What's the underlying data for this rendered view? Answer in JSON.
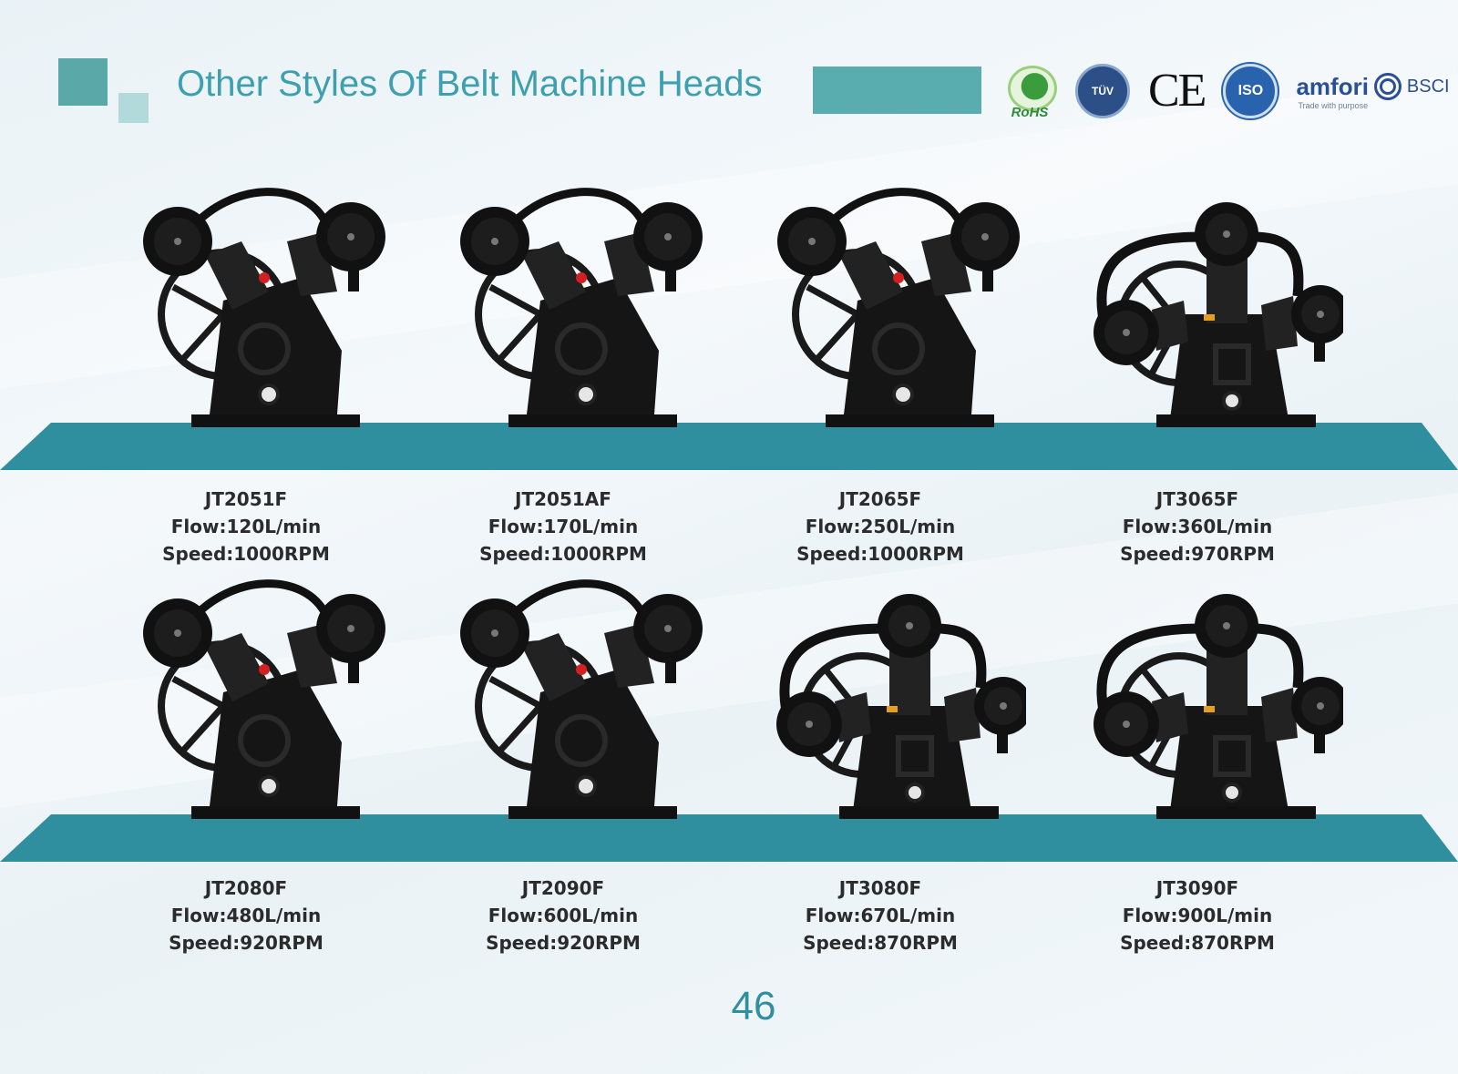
{
  "header": {
    "title": "Other Styles Of Belt Machine Heads",
    "accent_color": "#5aadaf"
  },
  "certifications": {
    "rohs_label": "RoHS",
    "tuv_label": "TÜV",
    "ce_label": "CE",
    "iso_label": "ISO",
    "amfori_brand": "amfori",
    "amfori_bsci": "BSCI",
    "amfori_tagline": "Trade with purpose"
  },
  "products": [
    {
      "model": "JT2051F",
      "flow": "Flow:120L/min",
      "speed": "Speed:1000RPM",
      "type": "twin"
    },
    {
      "model": "JT2051AF",
      "flow": "Flow:170L/min",
      "speed": "Speed:1000RPM",
      "type": "twin"
    },
    {
      "model": "JT2065F",
      "flow": "Flow:250L/min",
      "speed": "Speed:1000RPM",
      "type": "twin"
    },
    {
      "model": "JT3065F",
      "flow": "Flow:360L/min",
      "speed": "Speed:970RPM",
      "type": "triple"
    },
    {
      "model": "JT2080F",
      "flow": "Flow:480L/min",
      "speed": "Speed:920RPM",
      "type": "twin"
    },
    {
      "model": "JT2090F",
      "flow": "Flow:600L/min",
      "speed": "Speed:920RPM",
      "type": "twin"
    },
    {
      "model": "JT3080F",
      "flow": "Flow:670L/min",
      "speed": "Speed:870RPM",
      "type": "triple"
    },
    {
      "model": "JT3090F",
      "flow": "Flow:900L/min",
      "speed": "Speed:870RPM",
      "type": "triple"
    }
  ],
  "page_number": "46",
  "shelf_color": "#2f8f9f"
}
